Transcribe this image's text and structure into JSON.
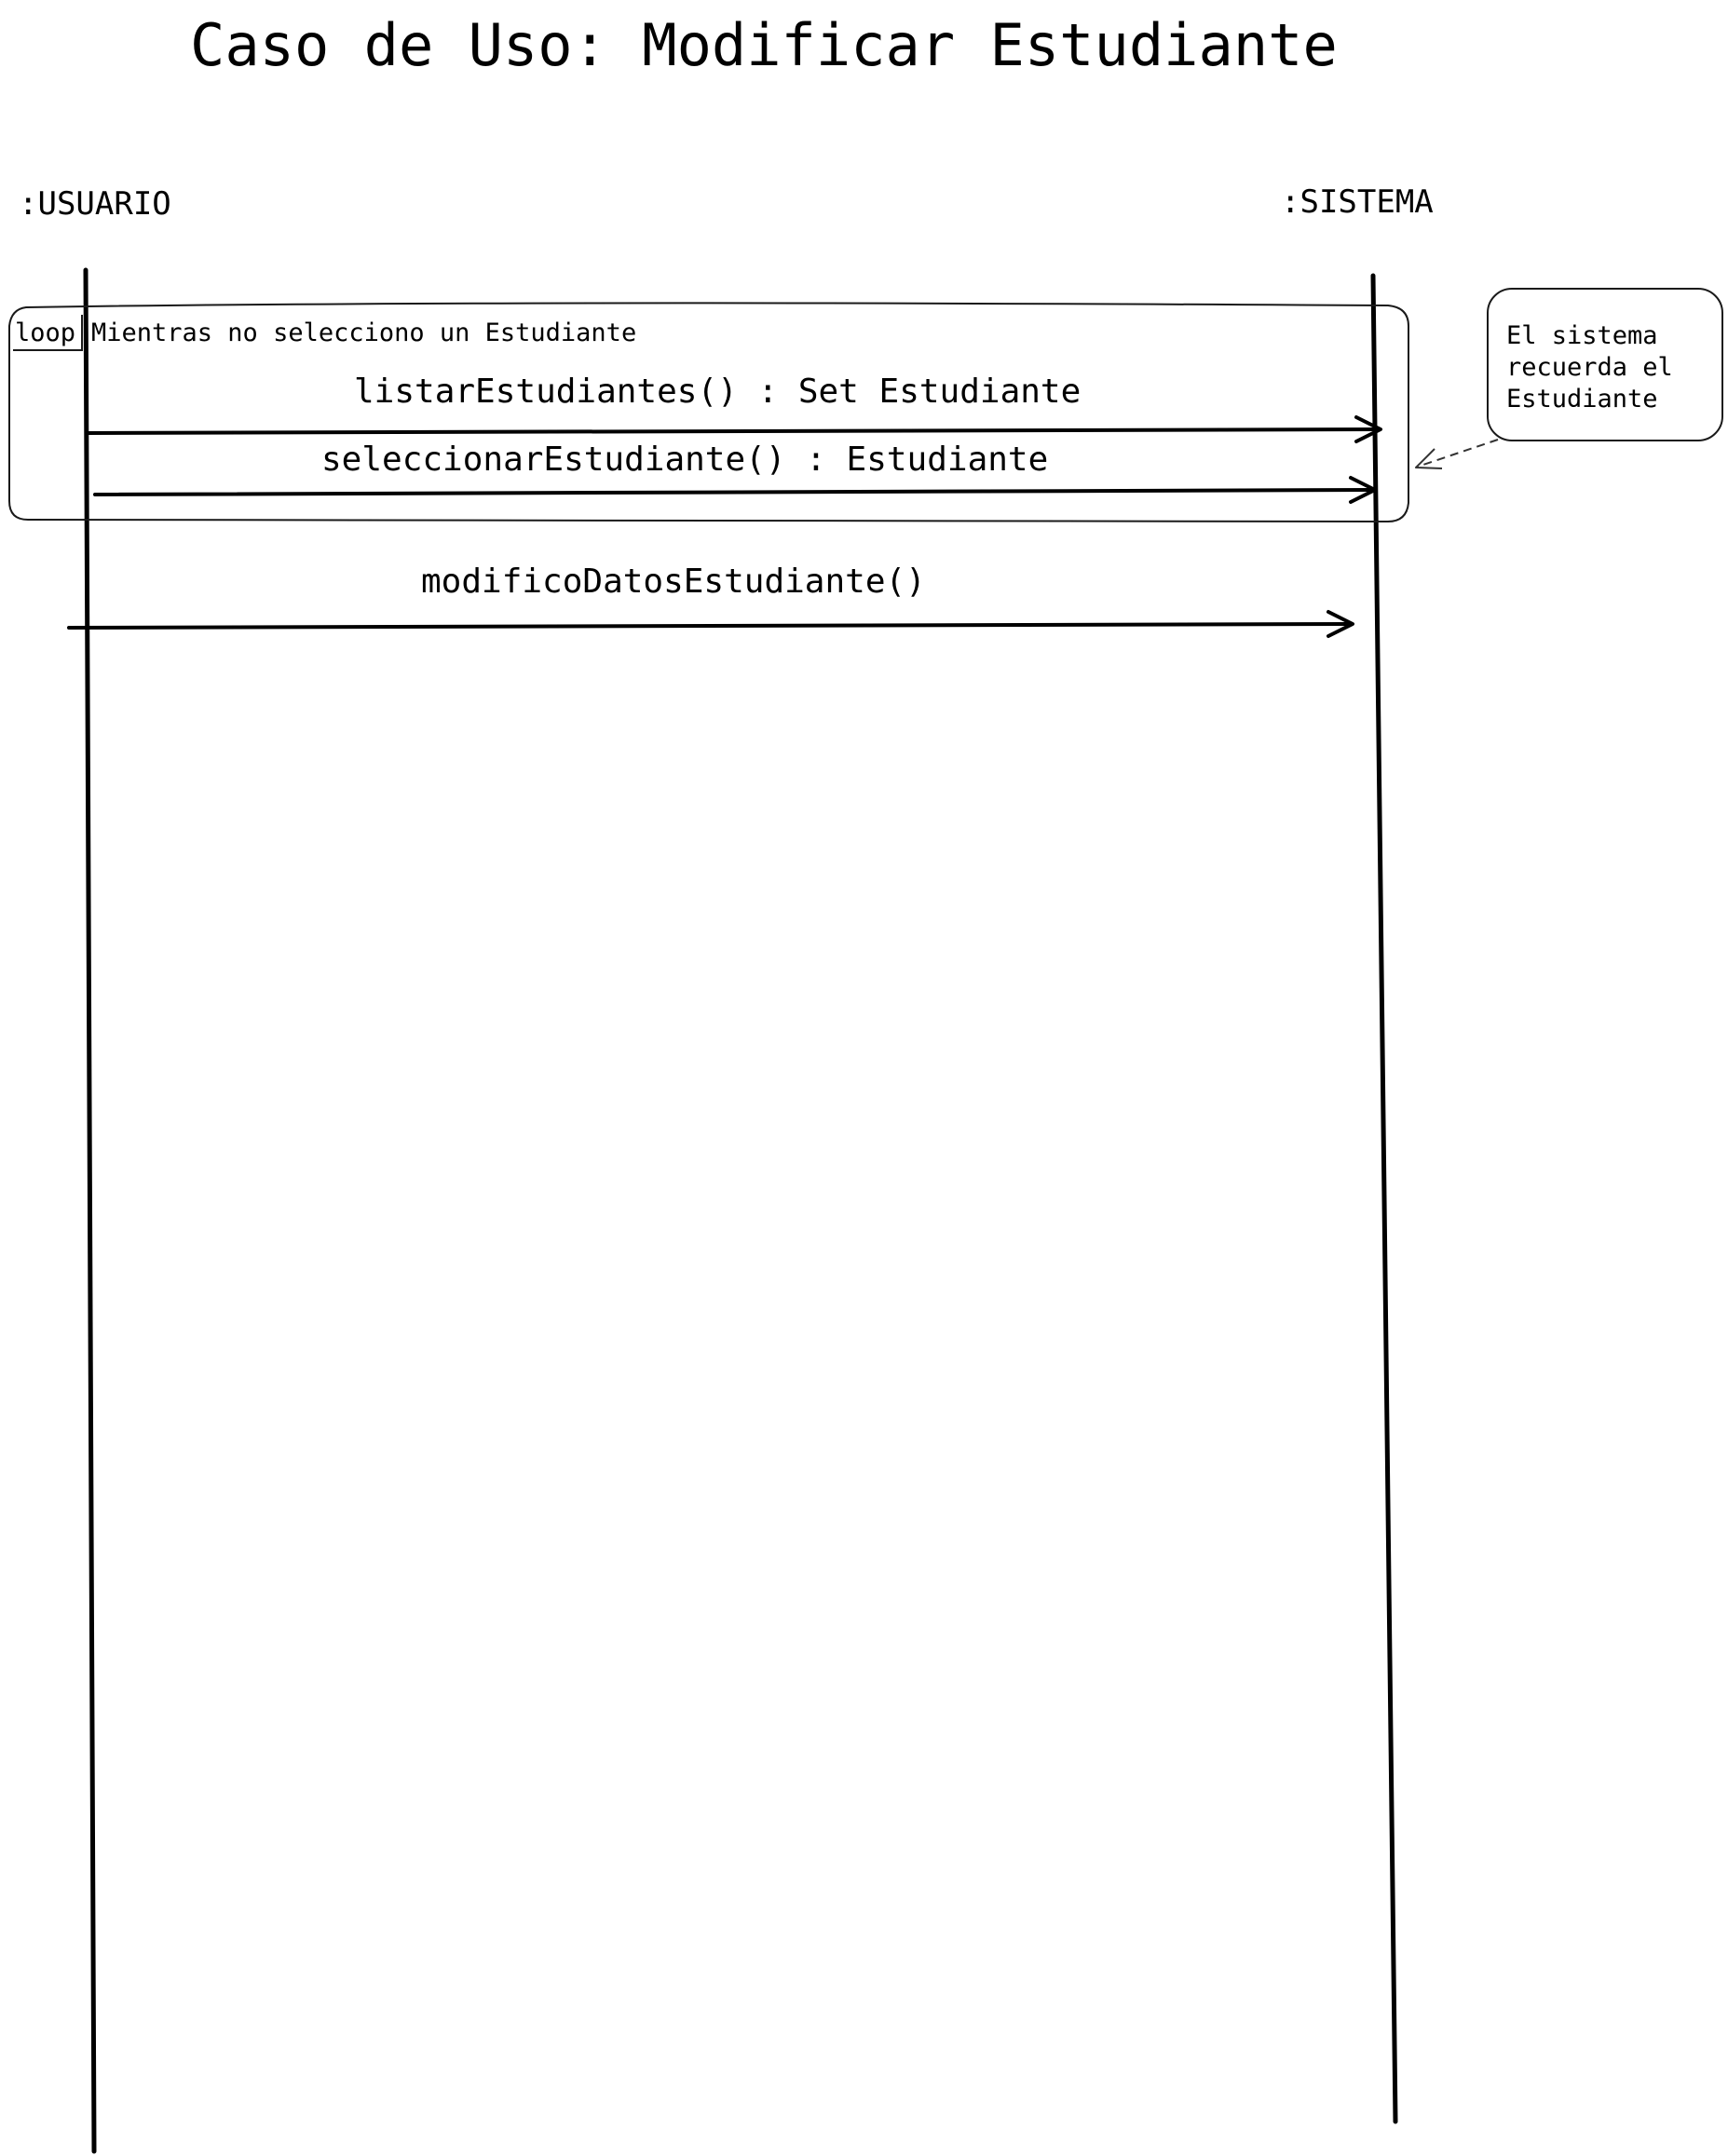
{
  "title": "Caso de Uso: Modificar Estudiante",
  "lifelines": {
    "usuario": ":USUARIO",
    "sistema": ":SISTEMA"
  },
  "loop_fragment": {
    "operator": "loop",
    "guard": "Mientras no selecciono un Estudiante"
  },
  "messages": [
    {
      "label": "listarEstudiantes() : Set Estudiante",
      "from": ":USUARIO",
      "to": ":SISTEMA"
    },
    {
      "label": "seleccionarEstudiante() : Estudiante",
      "from": ":USUARIO",
      "to": ":SISTEMA"
    },
    {
      "label": "modificoDatosEstudiante()",
      "from": ":USUARIO",
      "to": ":SISTEMA"
    }
  ],
  "note": {
    "lines": [
      "El sistema",
      "recuerda el",
      "Estudiante"
    ]
  },
  "colors": {
    "ink": "#000000",
    "background": "#ffffff"
  }
}
